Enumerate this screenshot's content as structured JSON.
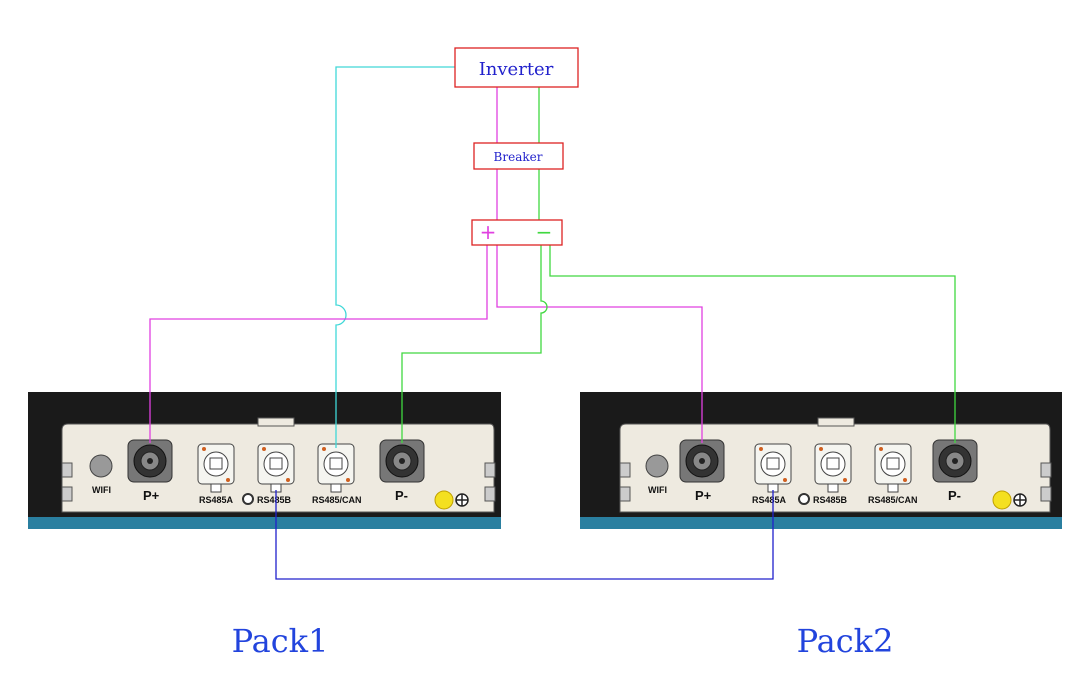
{
  "boxes": {
    "inverter": "Inverter",
    "breaker": "Breaker",
    "plus": "+",
    "minus": "−"
  },
  "packs": [
    {
      "title": "Pack1",
      "wifi": "WIFI",
      "p_plus": "P+",
      "rs485a": "RS485A",
      "rs485b": "RS485B",
      "rs485can": "RS485/CAN",
      "p_minus": "P-"
    },
    {
      "title": "Pack2",
      "wifi": "WIFI",
      "p_plus": "P+",
      "rs485a": "RS485A",
      "rs485b": "RS485B",
      "rs485can": "RS485/CAN",
      "p_minus": "P-"
    }
  ],
  "wire_colors": {
    "positive": "#e040e0",
    "negative": "#40d840",
    "communication": "#40d8d8",
    "link": "#2020cc",
    "box_border": "#dd2222"
  }
}
